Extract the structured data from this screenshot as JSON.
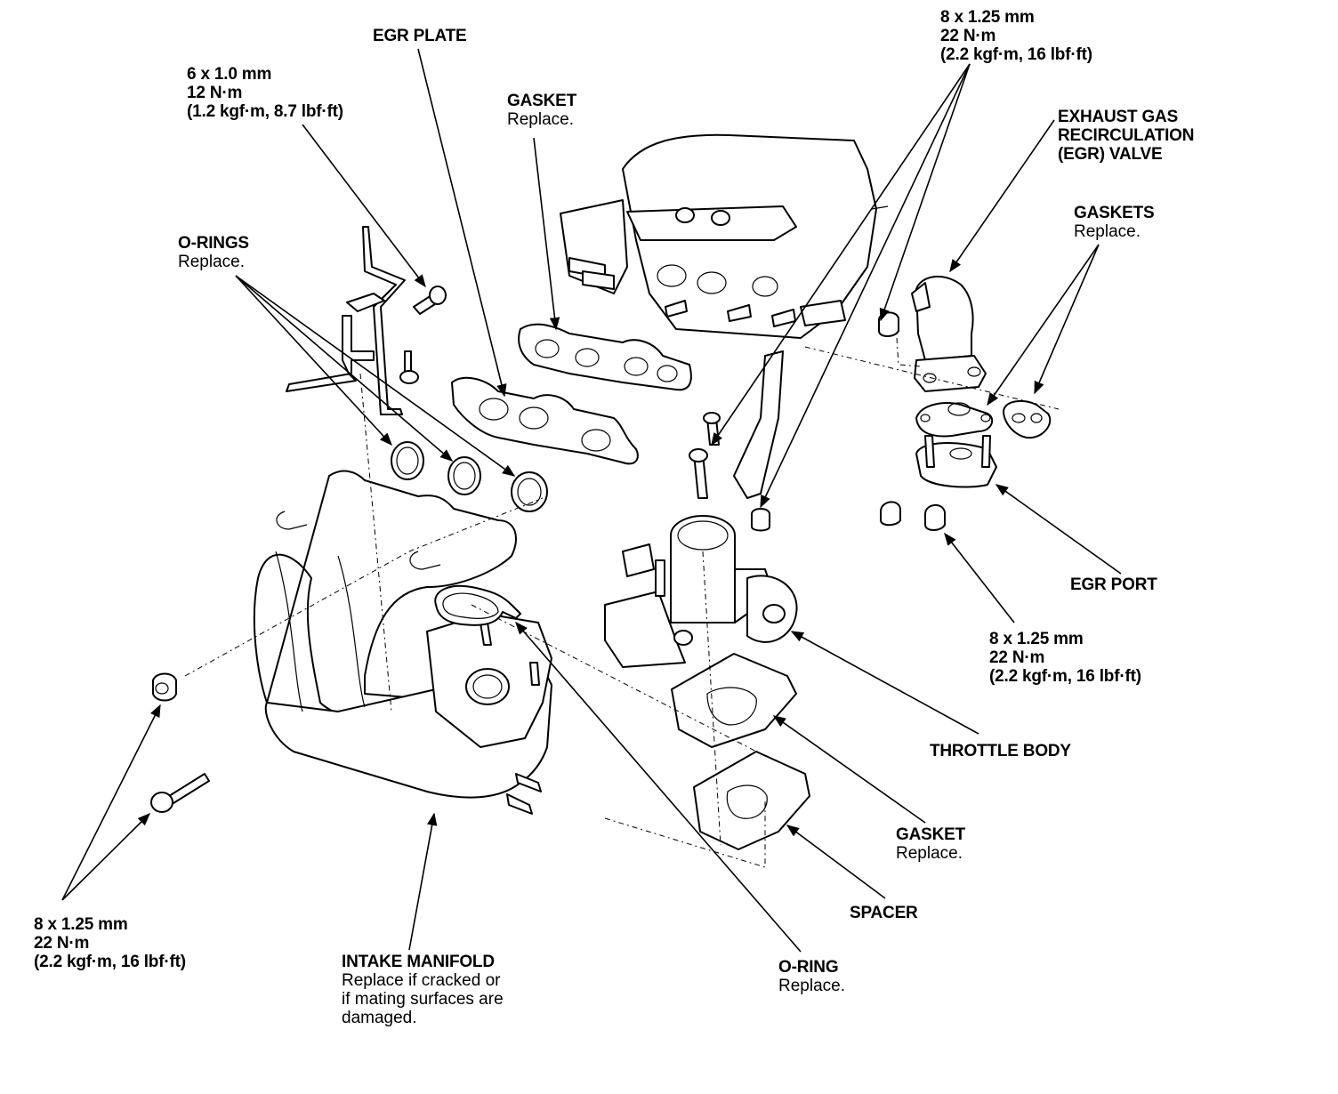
{
  "diagram": {
    "title": "Intake Manifold / Throttle Body / EGR Exploded View",
    "labels": {
      "egr_plate": {
        "title": "EGR PLATE"
      },
      "bolt_6x1": {
        "size": "6 x 1.0 mm",
        "torque": "12 N·m",
        "torque_alt": "(1.2 kgf·m,  8.7 lbf·ft)"
      },
      "gasket_top": {
        "title": "GASKET",
        "note": "Replace."
      },
      "bolt_top_right": {
        "size": "8 x 1.25 mm",
        "torque": "22 N·m",
        "torque_alt": "(2.2 kgf·m, 16 lbf·ft)"
      },
      "egr_valve": {
        "line1": "EXHAUST GAS",
        "line2": "RECIRCULATION",
        "line3": "(EGR) VALVE"
      },
      "gaskets": {
        "title": "GASKETS",
        "note": "Replace."
      },
      "o_rings": {
        "title": "O-RINGS",
        "note": "Replace."
      },
      "egr_port": {
        "title": "EGR PORT"
      },
      "bolt_right_mid": {
        "size": "8 x 1.25 mm",
        "torque": "22 N·m",
        "torque_alt": "(2.2 kgf·m, 16 lbf·ft)"
      },
      "throttle_body": {
        "title": "THROTTLE BODY"
      },
      "gasket_lower": {
        "title": "GASKET",
        "note": "Replace."
      },
      "spacer": {
        "title": "SPACER"
      },
      "o_ring": {
        "title": "O-RING",
        "note": "Replace."
      },
      "intake_manifold": {
        "title": "INTAKE MANIFOLD",
        "note1": "Replace if cracked or",
        "note2": "if mating surfaces are",
        "note3": "damaged."
      },
      "bolt_bottom_left": {
        "size": "8 x 1.25 mm",
        "torque": "22 N·m",
        "torque_alt": "(2.2 kgf·m, 16 lbf·ft)"
      }
    }
  }
}
